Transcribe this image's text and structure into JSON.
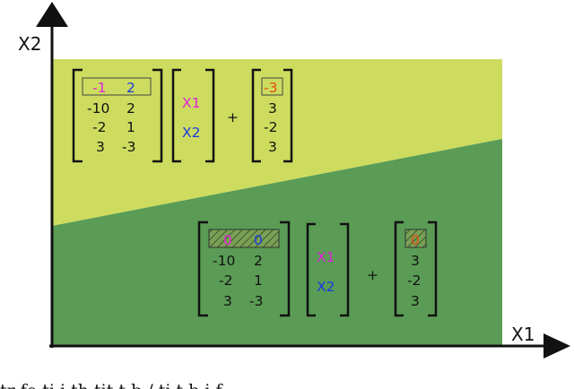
{
  "axes": {
    "x_label": "X1",
    "y_label": "X2"
  },
  "colors": {
    "upper_region": "#cddc5f",
    "lower_region": "#5a9c55",
    "magenta": "#e020d8",
    "blue": "#1a3be0",
    "orange_red": "#e24a10",
    "hatch_box_fill": "#7aa055"
  },
  "upper_equation": {
    "matrix_rows": [
      [
        "-1",
        "2"
      ],
      [
        "-10",
        "2"
      ],
      [
        "-2",
        "1"
      ],
      [
        "3",
        "-3"
      ]
    ],
    "vector": [
      "X1",
      "X2"
    ],
    "plus": "+",
    "bias": [
      "-3",
      "3",
      "-2",
      "3"
    ]
  },
  "lower_equation": {
    "matrix_rows": [
      [
        "0",
        "0"
      ],
      [
        "-10",
        "2"
      ],
      [
        "-2",
        "1"
      ],
      [
        "3",
        "-3"
      ]
    ],
    "vector": [
      "X1",
      "X2"
    ],
    "plus": "+",
    "bias": [
      "0",
      "3",
      "-2",
      "3"
    ]
  },
  "caption": "tr   fo   ti  i  th   tit   t  b  /      ti  t  b  i     f"
}
